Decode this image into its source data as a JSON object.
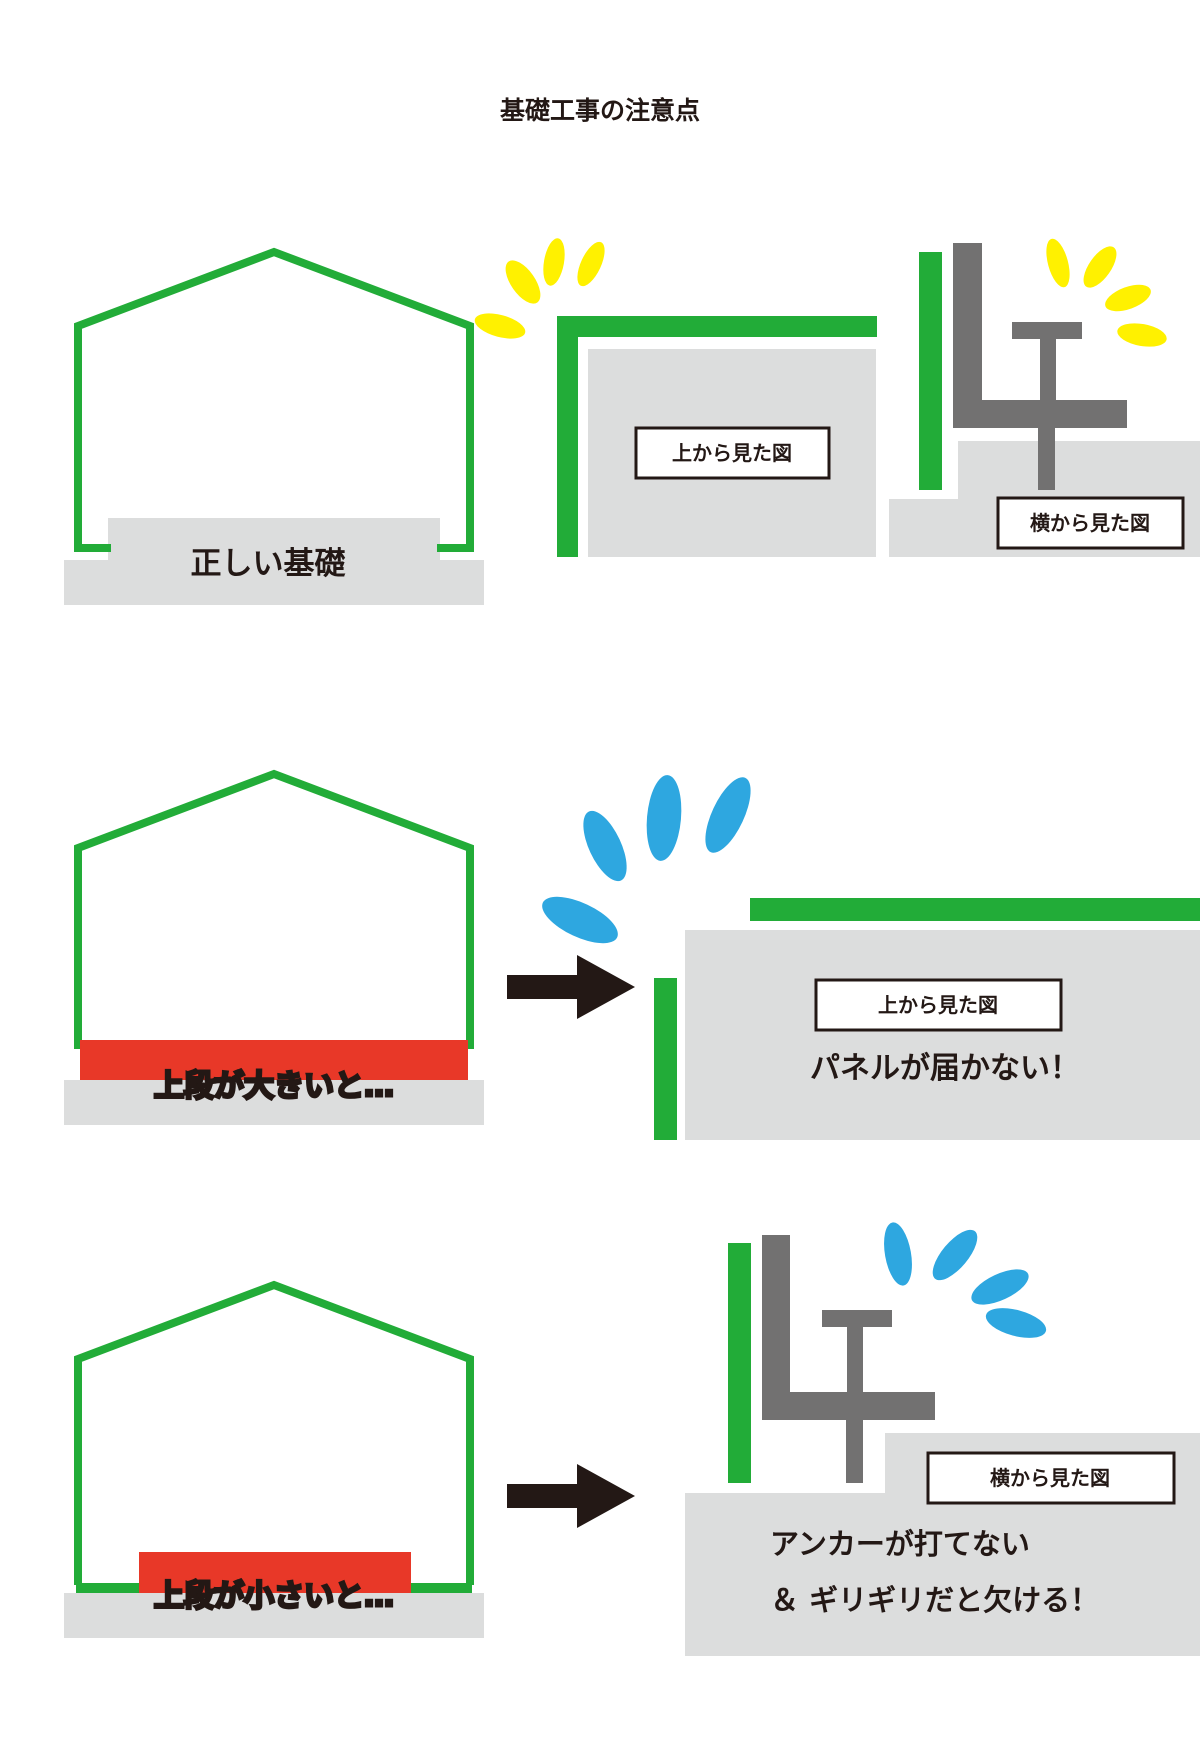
{
  "title": "基礎工事の注意点",
  "colors": {
    "green": "#22ac38",
    "red": "#e83828",
    "gray_base": "#dcdddd",
    "anchor_gray": "#727171",
    "yellow": "#fff100",
    "blue": "#2ea7e0",
    "arrow": "#231815",
    "text": "#231815"
  },
  "section1": {
    "house_label": "正しい基礎",
    "top_view_label": "上から見た図",
    "side_view_label": "横から見た図"
  },
  "section2": {
    "house_label": "上段が大きいと…",
    "top_view_label": "上から見た図",
    "problem_text": "パネルが届かない！"
  },
  "section3": {
    "house_label": "上段が小さいと…",
    "side_view_label": "横から見た図",
    "problem_line1": "アンカーが打てない",
    "problem_line2": "＆ ギリギリだと欠ける！"
  }
}
